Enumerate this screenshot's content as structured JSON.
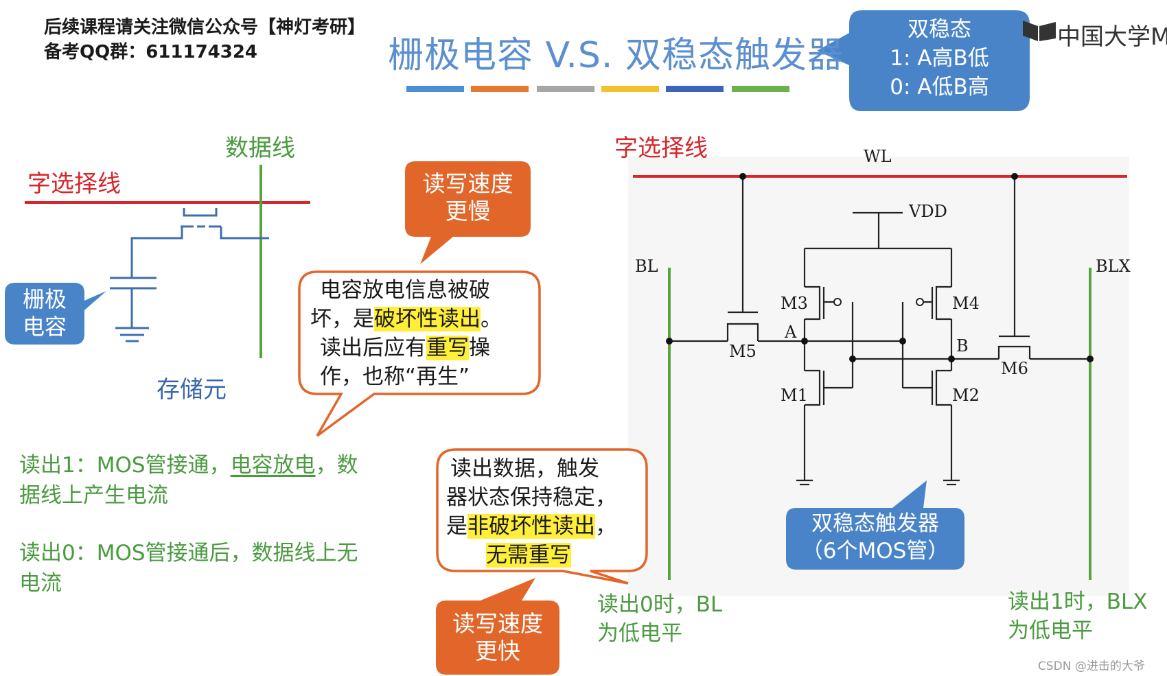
{
  "header": {
    "note_line1": "后续课程请关注微信公众号【神灯考研】",
    "note_line2": "备考QQ群：611174324",
    "title": "栅极电容 V.S. 双稳态触发器",
    "bar_colors": [
      "#4a8fd4",
      "#e57a2e",
      "#a6a6a6",
      "#f2c12e",
      "#3c64b8",
      "#6cb24a"
    ],
    "logo_text": "中国大学MO"
  },
  "bistable_callout": {
    "line1": "双稳态",
    "line2": "1:  A高B低",
    "line3": "0:  A低B高"
  },
  "left_circuit": {
    "word_line_label": "字选择线",
    "data_line_label": "数据线",
    "gate_cap_label_1": "栅极",
    "gate_cap_label_2": "电容",
    "storage_label": "存储元"
  },
  "slow_callout": {
    "line1": "读写速度",
    "line2": "更慢"
  },
  "fast_callout": {
    "line1": "读写速度",
    "line2": "更快"
  },
  "destructive_bubble": {
    "l1": "电容放电信息被破",
    "l2a": "坏，是",
    "l2b": "破坏性读出",
    "l2c": "。",
    "l3a": "读出后应有",
    "l3b": "重写",
    "l3c": "操",
    "l4": "作，也称“再生”"
  },
  "nondestructive_bubble": {
    "l1": "读出数据，触发",
    "l2": "器状态保持稳定，",
    "l3a": "是",
    "l3b": "非破坏性读出",
    "l3c": "，",
    "l4": "无需重写"
  },
  "read_notes": {
    "r1_a": "读出1：MOS管接通，",
    "r1_b": "电容放电",
    "r1_c": "，数",
    "r1_d": "据线上产生电流",
    "r0_a": "读出0：MOS管接通后，数据线上无",
    "r0_b": "电流"
  },
  "right_circuit": {
    "word_line_label": "字选择线",
    "wl": "WL",
    "vdd": "VDD",
    "bl": "BL",
    "blx": "BLX",
    "m1": "M1",
    "m2": "M2",
    "m3": "M3",
    "m4": "M4",
    "m5": "M5",
    "m6": "M6",
    "node_a": "A",
    "node_b": "B",
    "flipflop_label_1": "双稳态触发器",
    "flipflop_label_2": "（6个MOS管）",
    "read0_line1": "读出0时，BL",
    "read0_line2": "为低电平",
    "read1_line1": "读出1时，BLX",
    "read1_line2": "为低电平"
  },
  "colors": {
    "word_line": "#d6262b",
    "data_line": "#5aa13f",
    "blue_callout": "#4a84c8",
    "orange_callout": "#e2662a",
    "wire_blue": "#3d6fae"
  },
  "watermark": "CSDN @进击的大爷"
}
